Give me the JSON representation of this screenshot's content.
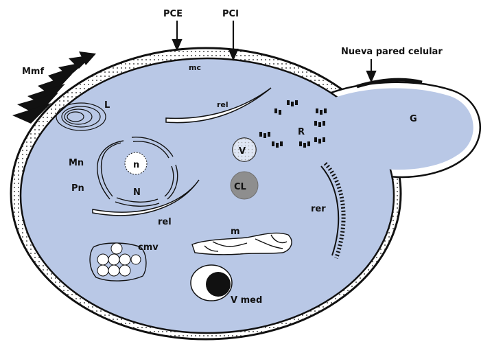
{
  "labels": {
    "pce": "PCE",
    "pci": "PCI",
    "nueva_pared": "Nueva pared celular",
    "mmf": "Mmf",
    "mc": "mc",
    "l": "L",
    "rel_top": "rel",
    "rel_bottom": "rel",
    "r": "R",
    "g": "G",
    "v": "V",
    "n_small": "n",
    "mn": "Mn",
    "pn": "Pn",
    "n_big": "N",
    "cl": "CL",
    "rer": "rer",
    "m": "m",
    "cmv": "cmv",
    "vmed": "V med"
  },
  "colors": {
    "cytoplasm": "#b9c8e6",
    "wall_outer": "#ffffff",
    "ink": "#111111",
    "lipid": "#8e8e8e",
    "background": "#ffffff"
  }
}
